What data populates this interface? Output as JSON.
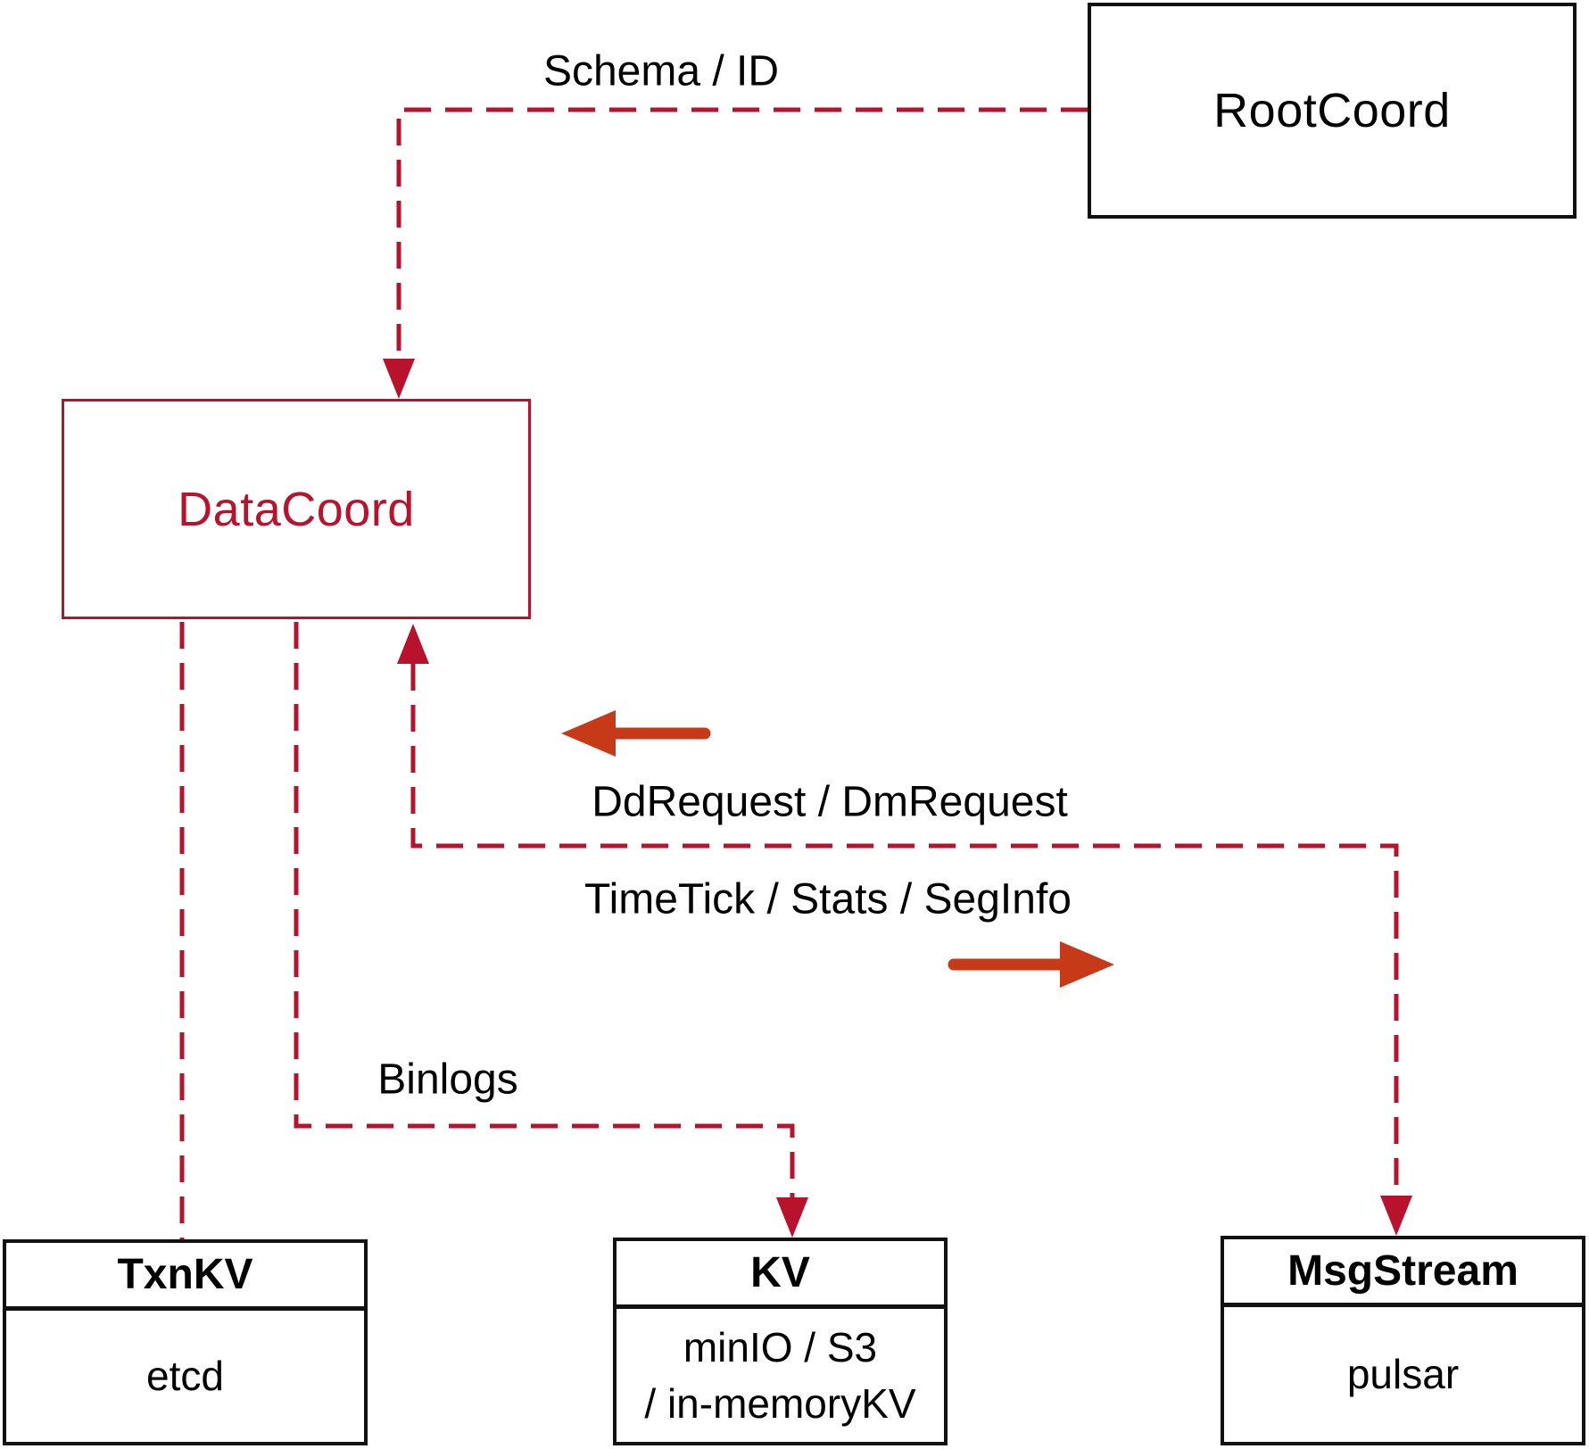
{
  "colors": {
    "crimson": "#b8122d",
    "arrow_red": "#c63a17",
    "box_border": "#111111",
    "text": "#000000",
    "background": "#ffffff"
  },
  "nodes": {
    "rootcoord": {
      "label": "RootCoord"
    },
    "datacoord": {
      "label": "DataCoord"
    },
    "txnkv": {
      "title": "TxnKV",
      "body": "etcd"
    },
    "kv": {
      "title": "KV",
      "body_lines": [
        "minIO / S3",
        "/ in-memoryKV"
      ]
    },
    "msgstream": {
      "title": "MsgStream",
      "body": "pulsar"
    }
  },
  "edge_labels": {
    "schema_id": "Schema / ID",
    "dd_dm_request": "DdRequest / DmRequest",
    "timetick_stats_seginfo": "TimeTick / Stats / SegInfo",
    "binlogs": "Binlogs"
  }
}
